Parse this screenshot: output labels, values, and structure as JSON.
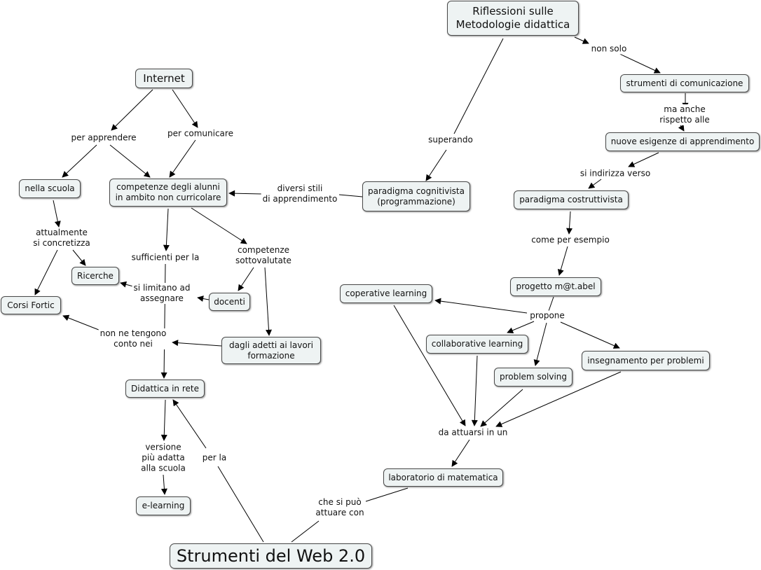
{
  "nodes": {
    "riflessioni": "Riflessioni sulle\nMetodologie didattica",
    "internet": "Internet",
    "strumenti_comunicazione": "strumenti di comunicazione",
    "nuove_esigenze": "nuove esigenze di apprendimento",
    "paradigma_costruttivista": "paradigma costruttivista",
    "paradigma_cognitivista": "paradigma cognitivista\n(programmazione)",
    "nella_scuola": "nella scuola",
    "competenze_alunni": "competenze degli alunni\nin ambito non curricolare",
    "ricerche": "Ricerche",
    "corsi_fortic": "Corsi Fortic",
    "docenti": "docenti",
    "dagli_adetti": "dagli adetti ai lavori\nformazione",
    "didattica_rete": "Didattica in rete",
    "e_learning": "e-learning",
    "progetto_mabel": "progetto m@t.abel",
    "coperative_learning": "coperative learning",
    "collaborative_learning": "collaborative learning",
    "problem_solving": "problem solving",
    "insegnamento_problemi": "insegnamento per problemi",
    "laboratorio_matematica": "laboratorio di matematica",
    "strumenti_web": "Strumenti del Web 2.0"
  },
  "links": {
    "non_solo": "non solo",
    "ma_anche": "ma anche rispetto alle",
    "si_indirizza": "si indirizza verso",
    "superando": "superando",
    "come_per_esempio": "come per esempio",
    "propone": "propone",
    "da_attuarsi": "da attuarsi in un",
    "che_si_puo": "che si può\nattuare con",
    "per_la": "per la",
    "per_apprendere": "per apprendere",
    "per_comunicare": "per comunicare",
    "diversi_stili": "diversi stili\ndi apprendimento",
    "attualmente": "attualmente\nsi concretizza",
    "sufficienti": "sufficienti per la",
    "competenze_sottovalutate": "competenze\nsottovalutate",
    "si_limitano": "si limitano ad\nassegnare",
    "non_ne_tengono": "non ne tengono\nconto nei",
    "versione": "versione\npiù adatta\nalla scuola"
  }
}
